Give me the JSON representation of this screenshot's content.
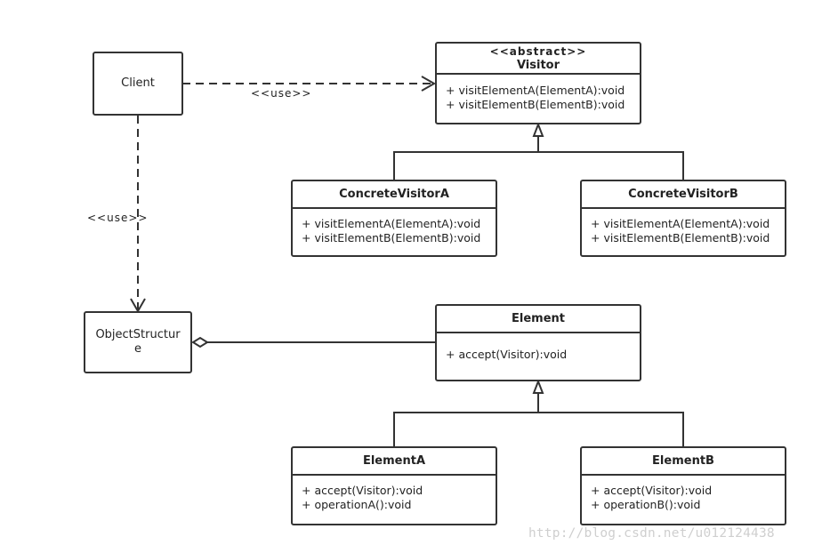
{
  "client": {
    "label": "Client"
  },
  "object_structure": {
    "label": "ObjectStructur",
    "label_wrap": "e"
  },
  "visitor": {
    "stereotype": "<<abstract>>",
    "name": "Visitor",
    "methods": [
      "+ visitElementA(ElementA):void",
      "+ visitElementB(ElementB):void"
    ]
  },
  "concrete_visitor_a": {
    "name": "ConcreteVisitorA",
    "methods": [
      "+ visitElementA(ElementA):void",
      "+ visitElementB(ElementB):void"
    ]
  },
  "concrete_visitor_b": {
    "name": "ConcreteVisitorB",
    "methods": [
      "+ visitElementA(ElementA):void",
      "+ visitElementB(ElementB):void"
    ]
  },
  "element": {
    "name": "Element",
    "methods": [
      "+ accept(Visitor):void"
    ]
  },
  "element_a": {
    "name": "ElementA",
    "methods": [
      "+ accept(Visitor):void",
      "+ operationA():void"
    ]
  },
  "element_b": {
    "name": "ElementB",
    "methods": [
      "+ accept(Visitor):void",
      "+ operationB():void"
    ]
  },
  "relations": {
    "client_visitor": "<<use>>",
    "client_object_structure": "<<use>>"
  },
  "watermark": "http://blog.csdn.net/u012124438"
}
